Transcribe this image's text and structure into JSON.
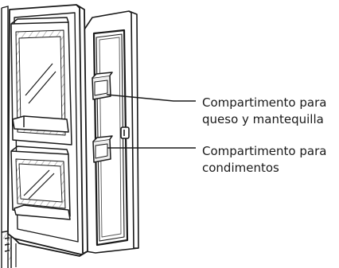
{
  "callouts": [
    {
      "id": "cheese-butter-compartment",
      "lines": [
        "Compartimento para",
        "queso y mantequilla"
      ]
    },
    {
      "id": "condiments-compartment",
      "lines": [
        "Compartimento para",
        "condimentos"
      ]
    }
  ],
  "colors": {
    "line": "#1a1a1a",
    "glass_fill": "#e6e6e6",
    "background": "#ffffff"
  }
}
